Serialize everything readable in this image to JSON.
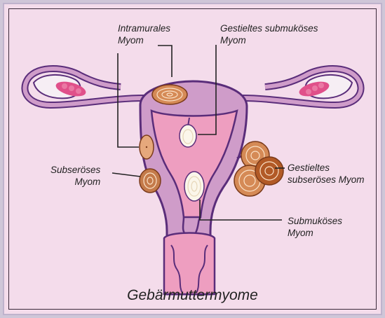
{
  "labels": {
    "intramural": [
      "Intramurales",
      "Myom"
    ],
    "pedunculated_submucous": [
      "Gestieltes submuköses",
      "Myom"
    ],
    "subserous": [
      "Subseröses",
      "Myom"
    ],
    "pedunculated_subserous": [
      "Gestieltes",
      "subseröses Myom"
    ],
    "submucous": [
      "Submuköses",
      "Myom"
    ]
  },
  "caption": "Gebärmuttermyome",
  "colors": {
    "background": "#f4dceb",
    "uterus_wall": "#cf9cc9",
    "uterus_outline": "#5a2d7a",
    "cavity": "#ee9ec0",
    "fibroid": "#d58a56",
    "fibroid_dark": "#b25a26",
    "fibroid_white": "#fbf6ea",
    "ovary": "#e0508a"
  }
}
